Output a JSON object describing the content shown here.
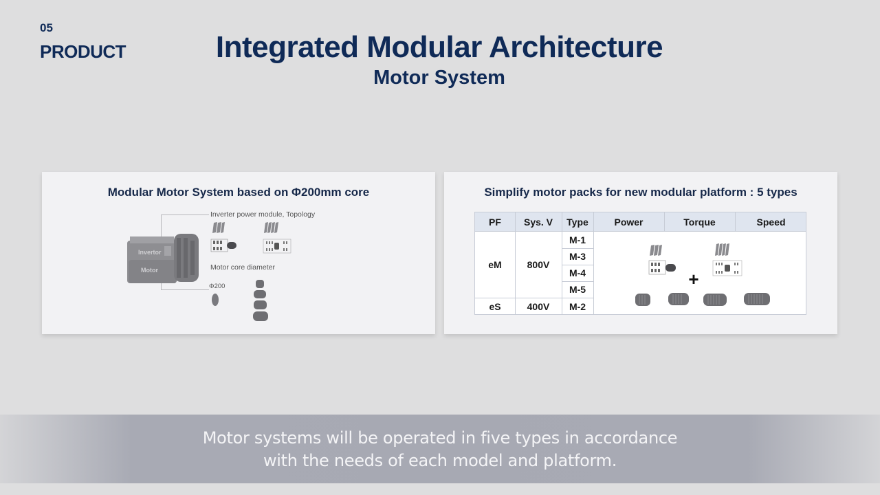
{
  "header": {
    "section_number": "05",
    "section_label": "PRODUCT",
    "title": "Integrated Modular Architecture",
    "subtitle": "Motor System"
  },
  "left_card": {
    "title": "Modular Motor System based on Φ200mm core",
    "motor_labels": {
      "inverter": "Invertor",
      "motor": "Motor"
    },
    "inverter_module_label": "Inverter power module, Topology",
    "core_diameter_label": "Motor core diameter",
    "core_size_label": "Φ200",
    "icons": [
      "motor-assembly-icon",
      "power-module-icon",
      "topology-diagram-icon",
      "motor-core-icon"
    ]
  },
  "right_card": {
    "title": "Simplify motor packs for new modular platform : 5 types",
    "table": {
      "headers": [
        "PF",
        "Sys. V",
        "Type",
        "Power",
        "Torque",
        "Speed"
      ],
      "rows": [
        {
          "pf": "eM",
          "sys_v": "800V",
          "types": [
            "M-1",
            "M-3",
            "M-4",
            "M-5"
          ]
        },
        {
          "pf": "eS",
          "sys_v": "400V",
          "types": [
            "M-2"
          ]
        }
      ],
      "combination_symbol": "+"
    }
  },
  "caption": {
    "line1": "Motor systems will be operated in five types in accordance",
    "line2": "with the needs of each model and platform."
  },
  "colors": {
    "title_navy": "#0f2a57",
    "background": "#dededf",
    "card_bg": "#f2f2f4",
    "table_header_bg": "#dfe5ef",
    "caption_bar": "#a7a9b3"
  }
}
